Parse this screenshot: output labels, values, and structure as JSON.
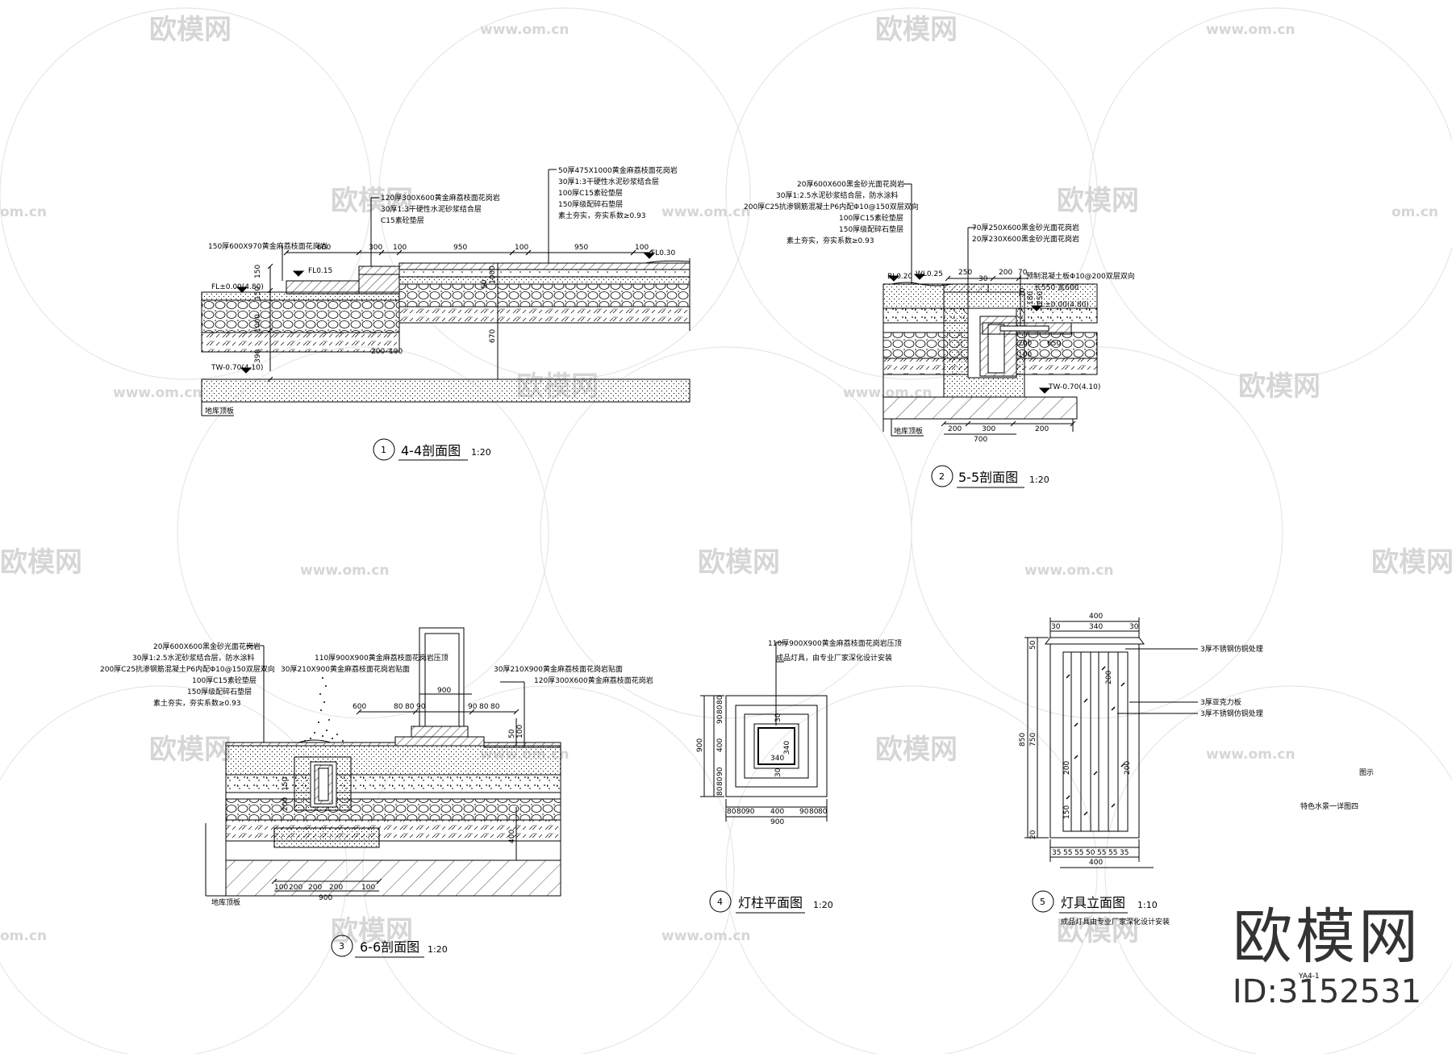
{
  "watermark": {
    "brand": "欧模网",
    "url": "www.om.cn",
    "url_short": "om.cn"
  },
  "brand_block": {
    "name": "欧模网",
    "id": "ID:3152531"
  },
  "legend": {
    "label": "图示",
    "sheet_title": "特色水景一详图四"
  },
  "sheet_no": "YA4-1",
  "drawings": [
    {
      "num": "1",
      "title": "4-4剖面图",
      "scale": "1:20",
      "notes_left": [
        "150厚600X970黄金麻荔枝面花岗岩"
      ],
      "notes_mid": [
        "120厚300X600黄金麻荔枝面花岗岩",
        "30厚1:3干硬性水泥砂浆结合层",
        "C15素砼垫层"
      ],
      "notes_right": [
        "50厚475X1000黄金麻荔枝面花岗岩",
        "30厚1:3干硬性水泥砂浆结合层",
        "100厚C15素砼垫层",
        "150厚级配碎石垫层",
        "素土夯实，夯实系数≥0.93"
      ],
      "dims_top": [
        "600",
        "300",
        "100",
        "950",
        "100",
        "950",
        "100"
      ],
      "levels": [
        "FL0.15",
        "FL0.30",
        "FL±0.00(4.80)",
        "TW-0.70(4.10)"
      ],
      "dims_v": [
        "150",
        "150",
        "1000",
        "390",
        "670",
        "50",
        "1000"
      ],
      "dims_bottom": [
        "200",
        "100"
      ],
      "base": "地库顶板"
    },
    {
      "num": "2",
      "title": "5-5剖面图",
      "scale": "1:20",
      "notes": [
        "20厚600X600黑金砂光面花岗岩",
        "30厚1:2.5水泥砂浆结合层，防水涂料",
        "200厚C25抗渗钢筋混凝土P6内配Φ10@150双层双向",
        "100厚C15素砼垫层",
        "150厚级配碎石垫层",
        "素土夯实，夯实系数≥0.93"
      ],
      "notes_right": [
        "70厚250X600黑金砂光面花岗岩",
        "20厚230X600黑金砂光面花岗岩"
      ],
      "precast": "预制混凝土板Φ10@200双层双向",
      "precast_size": "长550 宽600",
      "levels": [
        "BL0.20",
        "WL0.25",
        "FL±0.00(4.80)",
        "TW-0.70(4.10)"
      ],
      "dims_top": [
        "250",
        "30",
        "200",
        "70"
      ],
      "dims_v": [
        "180",
        "70",
        "250",
        "200",
        "100",
        "650"
      ],
      "dims_bottom": [
        "200",
        "300",
        "200",
        "700"
      ],
      "base": "地库顶板"
    },
    {
      "num": "3",
      "title": "6-6剖面图",
      "scale": "1:20",
      "notes": [
        "20厚600X600黑金砂光面花岗岩",
        "30厚1:2.5水泥砂浆结合层，防水涂料",
        "200厚C25抗渗钢筋混凝土P6内配Φ10@150双层双向",
        "100厚C15素砼垫层",
        "150厚级配碎石垫层",
        "素土夯实，夯实系数≥0.93"
      ],
      "notes_mid": [
        "110厚900X900黄金麻荔枝面花岗岩压顶",
        "30厚210X900黄金麻荔枝面花岗岩贴面"
      ],
      "notes_right": [
        "30厚210X900黄金麻荔枝面花岗岩贴面",
        "120厚300X600黄金麻荔枝面花岗岩"
      ],
      "dims_top": [
        "900",
        "600",
        "80",
        "80",
        "90",
        "90",
        "80",
        "80"
      ],
      "dims_v": [
        "200",
        "150",
        "400",
        "50",
        "100"
      ],
      "dims_bottom": [
        "100",
        "200",
        "200",
        "200",
        "100",
        "900"
      ],
      "base": "地库顶板"
    },
    {
      "num": "4",
      "title": "灯柱平面图",
      "scale": "1:20",
      "notes": [
        "110厚900X900黄金麻荔枝面花岗岩压顶",
        "成品灯具，由专业厂家深化设计安装"
      ],
      "dims_bottom": [
        "80",
        "80",
        "90",
        "400",
        "90",
        "80",
        "80",
        "900"
      ],
      "dims_left": [
        "80",
        "80",
        "90",
        "400",
        "90",
        "80",
        "80",
        "900"
      ],
      "dims_inner": [
        "340",
        "340",
        "30",
        "30"
      ]
    },
    {
      "num": "5",
      "title": "灯具立面图",
      "scale": "1:10",
      "note_bottom": "成品灯具由专业厂家深化设计安装",
      "notes": [
        "3厚不锈钢仿铜处理",
        "3厚亚克力板",
        "3厚不锈钢仿铜处理"
      ],
      "dims_top": [
        "400",
        "30",
        "340",
        "30"
      ],
      "dims_left": [
        "850",
        "750",
        "50",
        "20"
      ],
      "dims_inner": [
        "200",
        "200",
        "200",
        "150"
      ],
      "dims_bottom": [
        "35",
        "55",
        "55",
        "50",
        "55",
        "55",
        "35",
        "400"
      ]
    }
  ]
}
